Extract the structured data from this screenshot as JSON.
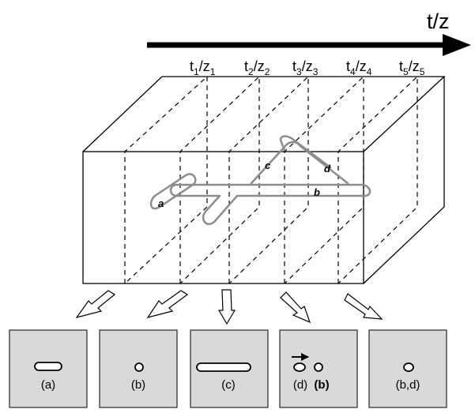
{
  "axis": {
    "label": "t/z"
  },
  "time_slices": [
    {
      "main": "t",
      "sub1": "1",
      "mid": "/z",
      "sub2": "1"
    },
    {
      "main": "t",
      "sub1": "2",
      "mid": "/z",
      "sub2": "2"
    },
    {
      "main": "t",
      "sub1": "3",
      "mid": "/z",
      "sub2": "3"
    },
    {
      "main": "t",
      "sub1": "4",
      "mid": "/z",
      "sub2": "4"
    },
    {
      "main": "t",
      "sub1": "5",
      "mid": "/z",
      "sub2": "5"
    }
  ],
  "segments": [
    "a",
    "b",
    "c",
    "d"
  ],
  "panels": [
    {
      "caption": "(a)"
    },
    {
      "caption": "(b)"
    },
    {
      "caption": "(c)"
    },
    {
      "caption_d": "(d)",
      "caption_b": "(b)"
    },
    {
      "caption": "(b,d)"
    }
  ],
  "colors": {
    "panel_fill": "#d9d9d9",
    "tube": "#8c8c8c",
    "line": "#000000"
  }
}
